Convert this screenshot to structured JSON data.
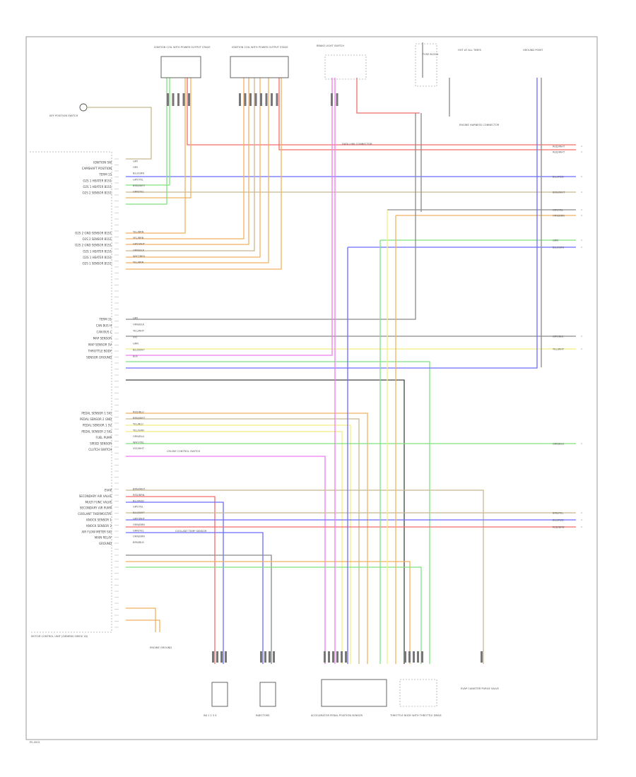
{
  "page": {
    "footer_code": "PS-0001"
  },
  "module": {
    "name": "MOTOR CONTROL UNIT (SIEMENS SIMOS 18)",
    "pins_a": [
      {
        "label": "IGNITION SW",
        "wire": "GRY"
      },
      {
        "label": "CAMSHAFT POSITION",
        "wire": "GRY"
      },
      {
        "label": "TERM 15",
        "wire": "BLU/GRN"
      },
      {
        "label": "O2S 1 HEATER B1S1",
        "wire": "GRY/YEL"
      },
      {
        "label": "O2S 1 HEATER B1S1",
        "wire": "BRN/WHT"
      },
      {
        "label": "O2S 2 SENSOR B1S1",
        "wire": "GRN/YEL"
      }
    ],
    "pins_b": [
      {
        "label": "O2S 2 GND SENSOR B1S1",
        "wire": "YEL/BRN"
      },
      {
        "label": "O2S 2 SENSOR B1S1",
        "wire": "YEL/BRN"
      },
      {
        "label": "O2S 2 GND SENSOR B1S1",
        "wire": "GRY/WHT"
      },
      {
        "label": "O2S 1 HEATER B1S1",
        "wire": "ORN/BLK"
      },
      {
        "label": "O2S 1 HEATER B1S1",
        "wire": "WHT/RED"
      },
      {
        "label": "O2S 1 SENSOR B1S1",
        "wire": "YEL/BRN"
      }
    ],
    "pins_c": [
      {
        "label": "TERM 31",
        "wire": "GRY"
      },
      {
        "label": "CAN BUS H",
        "wire": "ORN/BLK"
      },
      {
        "label": "CAN BUS L",
        "wire": "YEL/WHT"
      },
      {
        "label": "MAP SENSOR",
        "wire": "VIO"
      },
      {
        "label": "MAP SENSOR 5V",
        "wire": "GRN"
      },
      {
        "label": "THROTTLE BODY",
        "wire": "BLU/WHT"
      },
      {
        "label": "SENSOR GROUND",
        "wire": "BLK"
      }
    ],
    "pins_d": [
      {
        "label": "PEDAL SENSOR 1 SIG",
        "wire": "RED/BLU"
      },
      {
        "label": "PEDAL SENSOR 2 GND",
        "wire": "BRN/WHT"
      },
      {
        "label": "PEDAL SENSOR 1 5V",
        "wire": "YEL/BLU"
      },
      {
        "label": "PEDAL SENSOR 2 SIG",
        "wire": "YEL/GRN"
      },
      {
        "label": "FUEL PUMP",
        "wire": "GRN/BLU"
      },
      {
        "label": "SPEED SENSOR",
        "wire": "WHT/YEL"
      },
      {
        "label": "CLUTCH SWITCH",
        "wire": "VIO/WHT"
      }
    ],
    "pins_e": [
      {
        "label": "EVAP",
        "wire": "BRN/WHT"
      },
      {
        "label": "SECONDARY AIR VALVE",
        "wire": "RED/BRN"
      },
      {
        "label": "MULTI FUNC VALVE",
        "wire": "BLU/RED"
      },
      {
        "label": "SECONDARY AIR PUMP",
        "wire": "GRY/YEL"
      },
      {
        "label": "COOLANT THERMOSTAT",
        "wire": "BLU/WHT"
      },
      {
        "label": "KNOCK SENSOR 1",
        "wire": "GRY/WHT"
      },
      {
        "label": "KNOCK SENSOR 2",
        "wire": "ORN/BRN"
      },
      {
        "label": "AIR FLOW METER SIG",
        "wire": "GRN/YEL"
      },
      {
        "label": "MAIN RELAY",
        "wire": "ORN/BRN"
      },
      {
        "label": "GROUND",
        "wire": "BRN/BLK"
      }
    ],
    "notes": {
      "cruise": "CRUISE CONTROL SWITCH",
      "coolant": "COOLANT TEMP SENSOR"
    }
  },
  "components": {
    "ignition_sw": "KEY POSITION SWITCH",
    "coil_a": "IGNITION COIL WITH POWER OUTPUT STAGE",
    "coil_b": "IGNITION COIL WITH POWER OUTPUT STAGE",
    "brake_switch": "BRAKE LIGHT SWITCH",
    "fuse": "FUSE BLOCK",
    "relay_hot": "HOT AT ALL TIMES",
    "ground_point": "GROUND POINT",
    "eng_harness": "ENGINE HARNESS CONNECTOR",
    "data_link": "DATA LINK CONNECTOR",
    "inj_a": "INJ 1 2 3 4",
    "inj_b": "INJECTORS",
    "pedal": "ACCELERATOR PEDAL POSITION SENSOR",
    "throttle": "THROTTLE BODY WITH THROTTLE DRIVE",
    "canister": "EVAP CANISTER PURGE VALVE",
    "engine_ground": "ENGINE GROUND"
  },
  "right_labels": [
    "RED/WHT",
    "RED/WHT",
    "BLU/RED",
    "BRN/WHT",
    "GRY/YEL",
    "ORN/BRN",
    "GRN",
    "BLU/GRN",
    "GRY/BLU",
    "YEL/WHT",
    "GRN/BLU",
    "BRN/YEL",
    "BLU/RED",
    "RED/BRN"
  ],
  "colors": {
    "red": "#f46a6a",
    "blue": "#6b6bff",
    "green": "#7fe27f",
    "yellow": "#f2ee84",
    "orange": "#f0b060",
    "magenta": "#f07af0",
    "gray": "#8a8a8a",
    "black": "#444444",
    "tan": "#c8b890"
  }
}
